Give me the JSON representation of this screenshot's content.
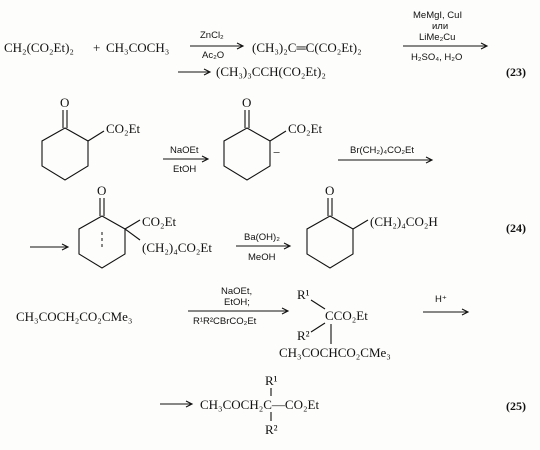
{
  "scheme23": {
    "reactant1": "CH₂(CO₂Et)₂",
    "plus": "+",
    "reactant2": "CH₃COCH₃",
    "cond1_top": "ZnCl₂",
    "cond1_bottom": "Ac₂O",
    "intermediate": "(CH₃)₂C═C(CO₂Et)₂",
    "cond2_top1": "MeMgI, CuI",
    "cond2_top2": "или",
    "cond2_top3": "LiMe₂Cu",
    "cond2_bottom": "H₂SO₄, H₂O",
    "product": "(CH₃)₃CCH(CO₂Et)₂",
    "number": "(23)"
  },
  "scheme24": {
    "ketone_o": "O",
    "ester1": "CO₂Et",
    "cond1_top": "NaOEt",
    "cond1_bottom": "EtOH",
    "anion_o": "O",
    "ester2": "CO₂Et",
    "anion_charge": "−",
    "cond2_top": "Br(CH₂)₄CO₂Et",
    "alk_o": "O",
    "alk_ester": "CO₂Et",
    "alk_chain": "(CH₂)₄CO₂Et",
    "cond3_top": "Ba(OH)₂",
    "cond3_bottom": "MeOH",
    "prod_o": "O",
    "prod_chain": "(CH₂)₄CO₂H",
    "number": "(24)"
  },
  "scheme25": {
    "reactant": "CH₃COCH₂CO₂CMe₃",
    "cond1_top1": "NaOEt,",
    "cond1_top2": "EtOH;",
    "cond1_bottom": "R¹R²CBrCO₂Et",
    "int_r1": "R¹",
    "int_center": "CCO₂Et",
    "int_r2": "R²",
    "int_bottom": "CH₃COCHCO₂CMe₃",
    "cond2_top": "H⁺",
    "prod_r1": "R¹",
    "prod_main": "CH₃COCH₂C—CO₂Et",
    "prod_r2": "R²",
    "number": "(25)"
  }
}
